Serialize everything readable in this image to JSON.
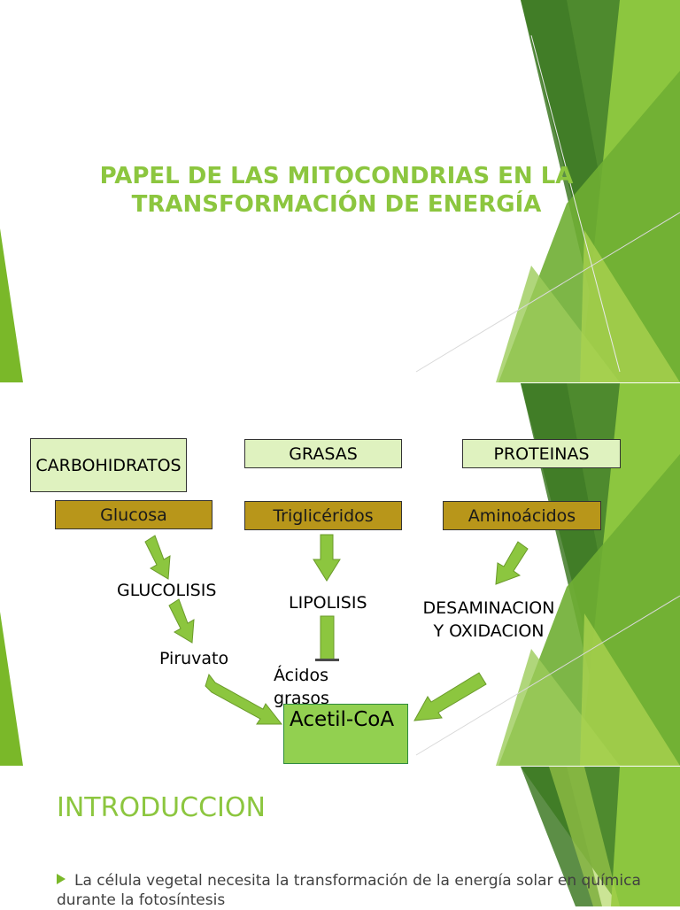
{
  "slide1": {
    "title": "PAPEL DE LAS MITOCONDRIAS EN LA TRANSFORMACIÓN DE ENERGÍA"
  },
  "diagram": {
    "categories": [
      "CARBOHIDRATOS",
      "GRASAS",
      "PROTEINAS"
    ],
    "molecules": [
      "Glucosa",
      "Triglicéridos",
      "Aminoácidos"
    ],
    "processes": [
      "GLUCOLISIS",
      "LIPOLISIS",
      "DESAMINACION Y OXIDACION"
    ],
    "intermediates": [
      "Piruvato",
      "Ácidos grasos"
    ],
    "product": "Acetil-CoA"
  },
  "slide3": {
    "heading": "INTRODUCCION",
    "bullet": "La célula vegetal necesita la transformación de la energía solar en química durante la fotosíntesis"
  },
  "colors": {
    "accent": "#8cc63f",
    "light_box": "#dff2bf",
    "gold_box": "#b8961a",
    "product_box": "#92d050",
    "arrow": "#8cc63f"
  }
}
